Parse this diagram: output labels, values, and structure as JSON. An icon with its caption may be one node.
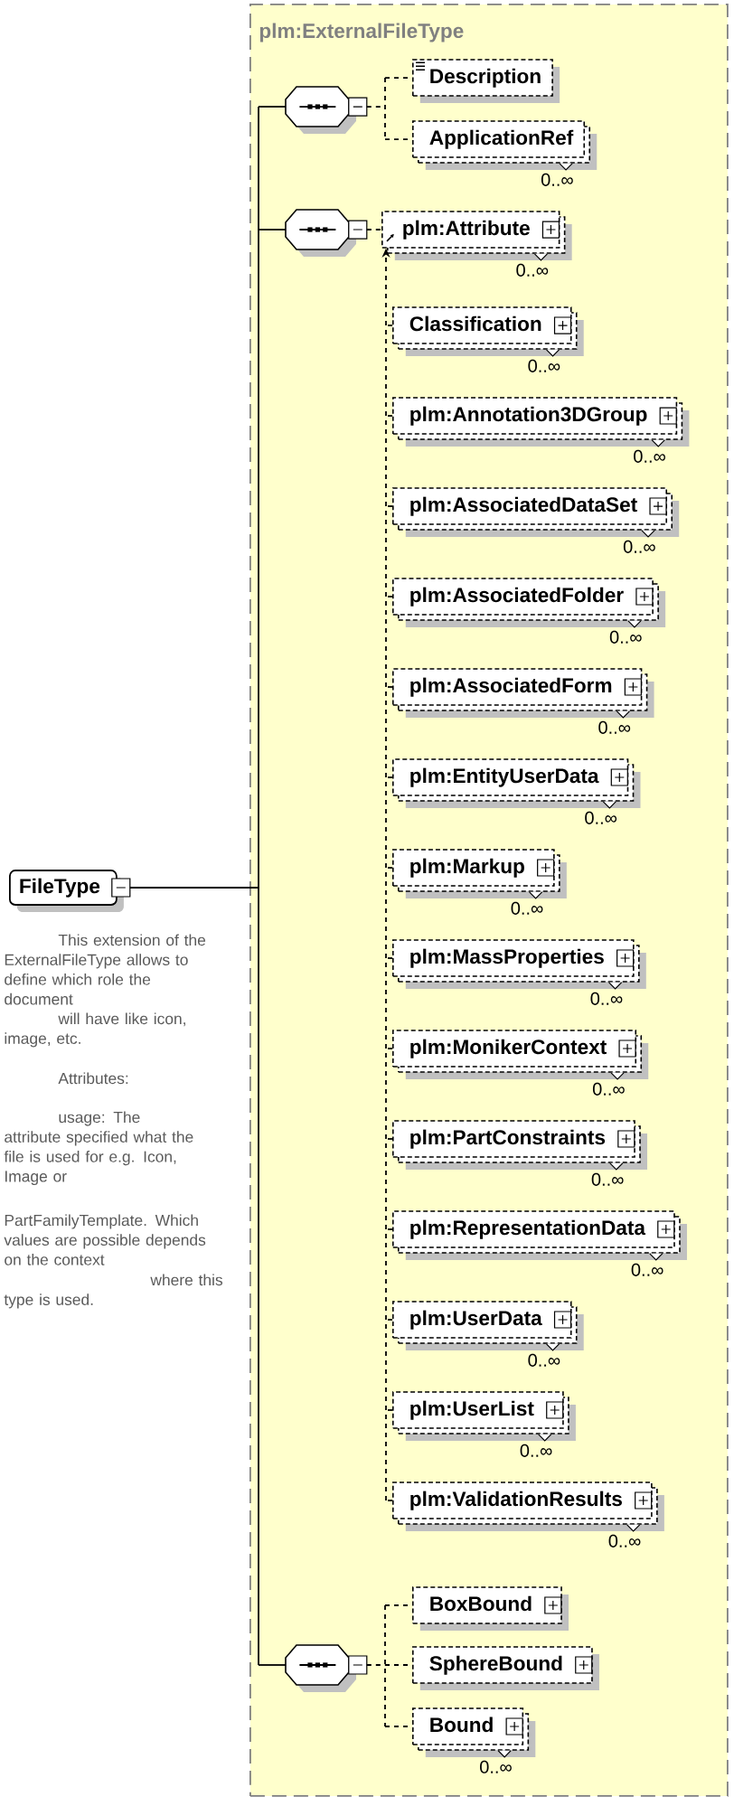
{
  "diagram": {
    "nodes": [
      {
        "text": [
          "FileType"
        ],
        "beside": [
          "This extension of the ExternalFileType allows to define which role the document",
          "will have like icon, image, etc.",
          "Attributes:",
          "usage: The attribute specified what the file is used for e.g. Icon, Image or",
          "PartFamilyTemplate. Which values are possible depends on the context",
          "where this type is used."
        ]
      },
      {
        "text": [
          "plm:ExternalFileType"
        ]
      },
      {
        "text": [],
        "shape": "octagon",
        "in": 1
      },
      {
        "text": [
          "Description"
        ],
        "in": 1
      },
      {
        "text": [
          "ApplicationRef"
        ],
        "in": 1,
        "beside": [
          "0..∞"
        ]
      },
      {
        "text": [],
        "shape": "octagon",
        "in": 1
      },
      {
        "text": [
          "plm:Attribute"
        ],
        "in": 1,
        "beside": [
          "0..∞"
        ]
      },
      {
        "text": [
          "Classification"
        ],
        "in": 1,
        "beside": [
          "0..∞"
        ]
      },
      {
        "text": [
          "plm:Annotation3DGroup"
        ],
        "in": 1,
        "beside": [
          "0..∞"
        ]
      },
      {
        "text": [
          "plm:AssociatedDataSet"
        ],
        "in": 1,
        "beside": [
          "0..∞"
        ]
      },
      {
        "text": [
          "plm:AssociatedFolder"
        ],
        "in": 1,
        "beside": [
          "0..∞"
        ]
      },
      {
        "text": [
          "plm:AssociatedForm"
        ],
        "in": 1,
        "beside": [
          "0..∞"
        ]
      },
      {
        "text": [
          "plm:EntityUserData"
        ],
        "in": 1,
        "beside": [
          "0..∞"
        ]
      },
      {
        "text": [
          "plm:Markup"
        ],
        "in": 1,
        "beside": [
          "0..∞"
        ]
      },
      {
        "text": [
          "plm:MassProperties"
        ],
        "in": 1,
        "beside": [
          "0..∞"
        ]
      },
      {
        "text": [
          "plm:MonikerContext"
        ],
        "in": 1,
        "beside": [
          "0..∞"
        ]
      },
      {
        "text": [
          "plm:PartConstraints"
        ],
        "in": 1,
        "beside": [
          "0..∞"
        ]
      },
      {
        "text": [
          "plm:RepresentationData"
        ],
        "in": 1,
        "beside": [
          "0..∞"
        ]
      },
      {
        "text": [
          "plm:UserData"
        ],
        "in": 1,
        "beside": [
          "0..∞"
        ]
      },
      {
        "text": [
          "plm:UserList"
        ],
        "in": 1,
        "beside": [
          "0..∞"
        ]
      },
      {
        "text": [
          "plm:ValidationResults"
        ],
        "in": 1,
        "beside": [
          "0..∞"
        ]
      },
      {
        "text": [],
        "shape": "octagon",
        "in": 1
      },
      {
        "text": [
          "BoxBound"
        ],
        "in": 1
      },
      {
        "text": [
          "SphereBound"
        ],
        "in": 1
      },
      {
        "text": [
          "Bound"
        ],
        "in": 1,
        "beside": [
          "0..∞"
        ]
      }
    ],
    "edges": [
      {
        "from": 0,
        "to": 2,
        "arrow": "none"
      },
      {
        "from": 0,
        "to": 5,
        "arrow": "none"
      },
      {
        "from": 0,
        "to": 21,
        "arrow": "none"
      },
      {
        "from": 2,
        "to": 3,
        "arrow": "none",
        "style": "dashed"
      },
      {
        "from": 2,
        "to": 4,
        "arrow": "none",
        "style": "dashed"
      },
      {
        "from": 5,
        "to": 6,
        "arrow": "none",
        "style": "dashed"
      },
      {
        "from": 7,
        "to": 6,
        "arrow": "to",
        "style": "dashed"
      },
      {
        "from": 8,
        "to": 6,
        "arrow": "to",
        "style": "dashed"
      },
      {
        "from": 9,
        "to": 6,
        "arrow": "to",
        "style": "dashed"
      },
      {
        "from": 10,
        "to": 6,
        "arrow": "to",
        "style": "dashed"
      },
      {
        "from": 11,
        "to": 6,
        "arrow": "to",
        "style": "dashed"
      },
      {
        "from": 12,
        "to": 6,
        "arrow": "to",
        "style": "dashed"
      },
      {
        "from": 13,
        "to": 6,
        "arrow": "to",
        "style": "dashed"
      },
      {
        "from": 14,
        "to": 6,
        "arrow": "to",
        "style": "dashed"
      },
      {
        "from": 15,
        "to": 6,
        "arrow": "to",
        "style": "dashed"
      },
      {
        "from": 16,
        "to": 6,
        "arrow": "to",
        "style": "dashed"
      },
      {
        "from": 17,
        "to": 6,
        "arrow": "to",
        "style": "dashed"
      },
      {
        "from": 18,
        "to": 6,
        "arrow": "to",
        "style": "dashed"
      },
      {
        "from": 19,
        "to": 6,
        "arrow": "to",
        "style": "dashed"
      },
      {
        "from": 20,
        "to": 6,
        "arrow": "to",
        "style": "dashed"
      },
      {
        "from": 21,
        "to": 22,
        "arrow": "none",
        "style": "dashed"
      },
      {
        "from": 21,
        "to": 23,
        "arrow": "none",
        "style": "dashed"
      },
      {
        "from": 21,
        "to": 24,
        "arrow": "none",
        "style": "dashed"
      }
    ]
  }
}
